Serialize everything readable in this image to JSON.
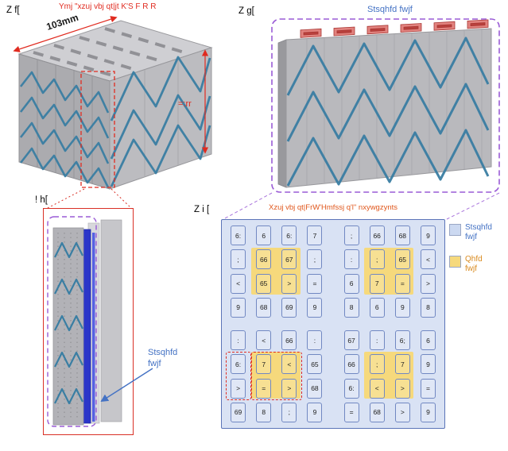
{
  "figure": {
    "panel_a": {
      "label": "Z f[",
      "title": "Ymj \"xzuj vbj qt|jt K'S F R R",
      "width_dim": "103mm",
      "height_dim": "=:rr"
    },
    "panel_b": {
      "label": "Z g[",
      "annotation": "Stsqhfd fwjf"
    },
    "panel_c": {
      "label": "! h[",
      "annotation_line1": "Stsqhfd",
      "annotation_line2": "fwjf"
    },
    "panel_d": {
      "label": "Z i [",
      "title": "Xzuj vbj qt|FrW'Hmfssj q'l\" nxywgzynts",
      "legend": [
        {
          "line1": "Stsqhfd",
          "line2": "fwjf",
          "swatch": "#ccd9f1"
        },
        {
          "line1": "Qhfd",
          "line2": "fwjf",
          "swatch": "#f6d97c"
        }
      ],
      "grid": {
        "rows": [
          [
            "6:",
            "6",
            "6:",
            "7",
            ";",
            "66",
            "68",
            "9"
          ],
          [
            ";",
            "66",
            "67",
            ";",
            ":",
            ";",
            "65",
            "<"
          ],
          [
            "<",
            "65",
            ">",
            "=",
            "6",
            "7",
            "=",
            ">"
          ],
          [
            "9",
            "68",
            "69",
            "9",
            "8",
            "6",
            "9",
            "8"
          ],
          [
            ":",
            "<",
            "66",
            ":",
            "67",
            ":",
            "6;",
            "6"
          ],
          [
            "6:",
            "7",
            "<",
            "65",
            "66",
            ";",
            "7",
            "9"
          ],
          [
            ">",
            "=",
            ">",
            "68",
            "6:",
            "<",
            ">",
            "="
          ],
          [
            "69",
            "8",
            ";",
            "9",
            "=",
            "68",
            ">",
            "9"
          ]
        ],
        "yellow_blocks": [
          [
            2,
            3,
            2,
            3
          ],
          [
            2,
            3,
            6,
            7
          ],
          [
            6,
            7,
            2,
            3
          ],
          [
            6,
            7,
            6,
            7
          ]
        ],
        "red_boxes": [
          [
            6,
            7,
            1,
            1
          ],
          [
            6,
            7,
            2,
            3
          ]
        ]
      }
    },
    "colors": {
      "fiber": "#3a7ea3",
      "accent_red": "#e02b20",
      "accent_purple": "#9a5bd6",
      "annotation_blue": "#4472c4",
      "title_orange": "#e0571c",
      "grid_bg": "#d9e2f4",
      "legend_blue": "#ccd9f1",
      "legend_yellow": "#f6d97c"
    }
  }
}
